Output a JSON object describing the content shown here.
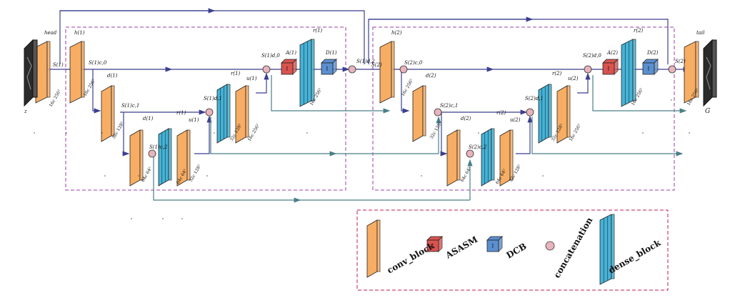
{
  "diagram": {
    "labels": {
      "head": "head",
      "tail": "tail",
      "z": "z",
      "G": "G",
      "h1": "h(1)",
      "d1_1": "d(1)",
      "d1_2": "d(1)",
      "r1_1": "r(1)",
      "r1_2": "r(1)",
      "r1_3": "r(1)",
      "u1_1": "u(1)",
      "u1_2": "u(1)",
      "A1": "A(1)",
      "D1": "D(1)",
      "h2": "h(2)",
      "d2_1": "d(2)",
      "d2_2": "d(2)",
      "r2_1": "r(2)",
      "r2_2": "r(2)",
      "r2_3": "r(2)",
      "u2_1": "u(2)",
      "u2_2": "u(2)",
      "A2": "A(2)",
      "D2": "D(2)",
      "S1_in": "S(1)",
      "S1_c0": "S(1)c,0",
      "S1_c1": "S(1)c,1",
      "S1_c2": "S(1)c,2",
      "S1_d0": "S(1)d,0",
      "S1_d1": "S(1)d,1",
      "S1_out": "S(1)d,2",
      "S2_in": "S(2)",
      "S2_c0": "S(2)c,0",
      "S2_c1": "S(2)c,1",
      "S2_c2": "S(2)c,2",
      "S2_d0": "S(2)d,0",
      "S2_d1": "S(2)d,1",
      "S2_out": "S(2)"
    },
    "dims": {
      "d16_256": "16c 256²",
      "d32_128": "32c 128²",
      "d64_64": "64c 64²",
      "d32_128b": "32c 128²",
      "d16_256b": "16c 256²"
    },
    "block_text": {
      "I": "I"
    },
    "legend": {
      "conv_block": "conv_block",
      "asasm": "ASASM",
      "dcb": "DCB",
      "concatenation": "concatenation",
      "dense_block": "dense_block"
    },
    "colors": {
      "conv": "#f7ad63",
      "dense": "#46b3d6",
      "asasm": "#d9534f",
      "dcb": "#5b8fcf",
      "concat": "#e8b4bc",
      "arrow_main": "#3b3f8f",
      "arrow_skip": "#4a7f86",
      "dashed_purple": "#9b3fa0",
      "dashed_red": "#c2185b"
    }
  }
}
